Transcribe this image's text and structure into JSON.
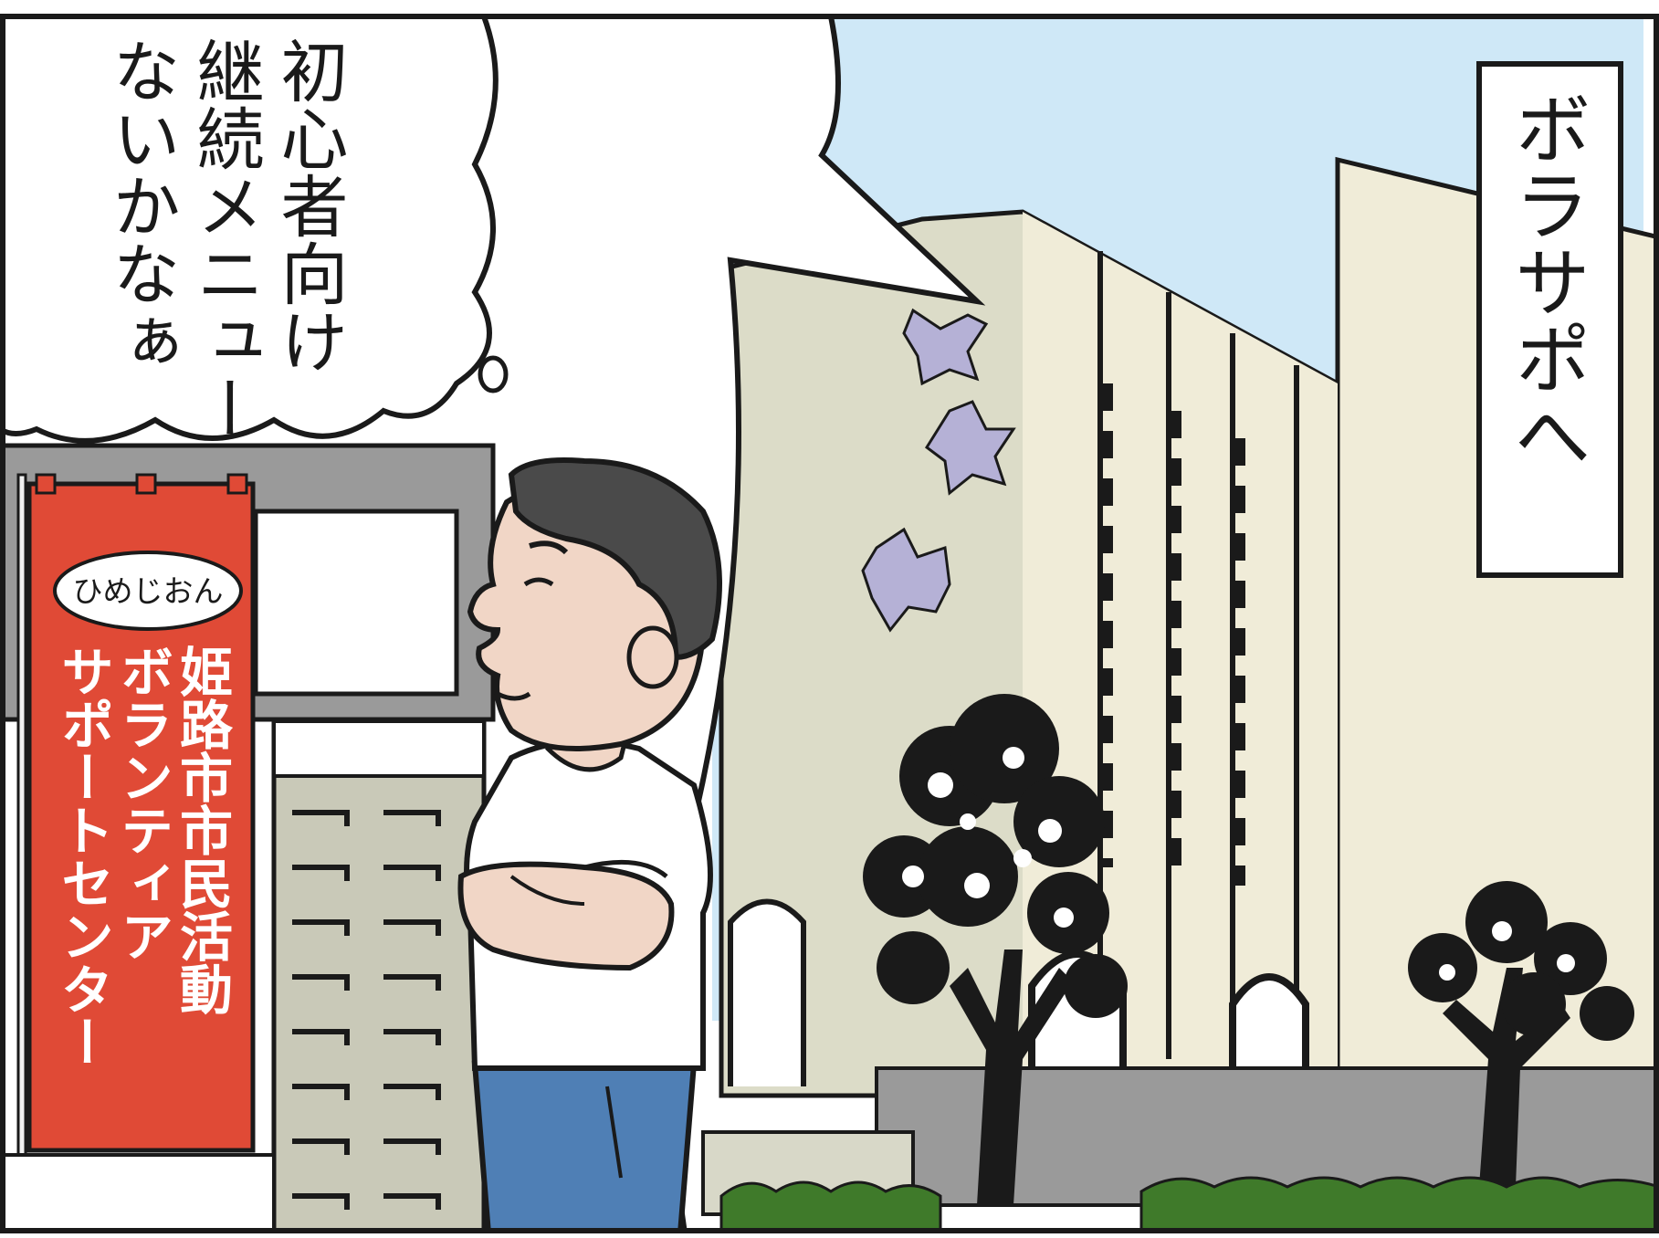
{
  "speech_bubble": {
    "lines": [
      "初心者向け",
      "継続メニュー",
      "ないかなぁ"
    ]
  },
  "caption": {
    "text": "ボラサポへ"
  },
  "banner": {
    "brand": "ひめじおん",
    "lines": [
      "姫路市市民活動",
      "ボランティア",
      "サポートセンター"
    ]
  },
  "colors": {
    "sky": "#cfe8f7",
    "banner_red": "#e04a36",
    "building_cream": "#f0ecd8",
    "building_shade": "#dcdcc8",
    "shirt": "#ffffff",
    "jeans": "#4f7fb5",
    "skin": "#f1d6c6",
    "hair": "#4a4a4a",
    "wall_gray": "#9a9a9a",
    "leaf_purple": "#b5b1d6"
  }
}
